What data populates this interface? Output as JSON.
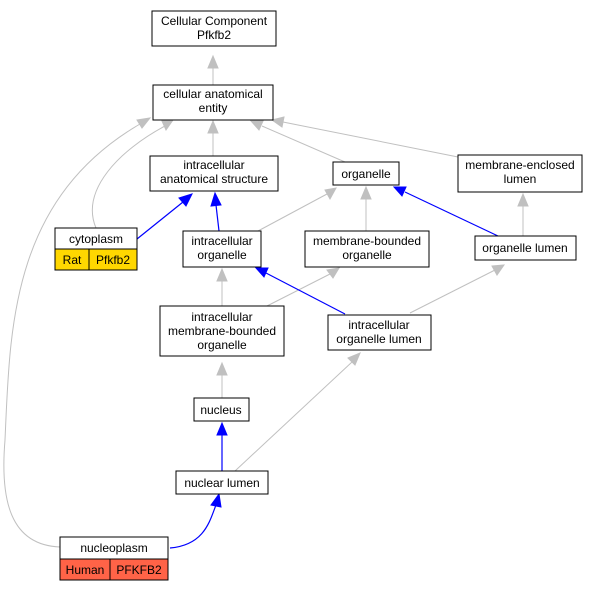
{
  "nodes": {
    "cellular_component": [
      "Cellular Component",
      "Pfkfb2"
    ],
    "cellular_anatomical_entity": [
      "cellular anatomical",
      "entity"
    ],
    "intracellular_anatomical_structure": [
      "intracellular",
      "anatomical structure"
    ],
    "organelle": [
      "organelle"
    ],
    "membrane_enclosed_lumen": [
      "membrane-enclosed",
      "lumen"
    ],
    "cytoplasm": [
      "cytoplasm"
    ],
    "intracellular_organelle": [
      "intracellular",
      "organelle"
    ],
    "membrane_bounded_organelle": [
      "membrane-bounded",
      "organelle"
    ],
    "organelle_lumen": [
      "organelle lumen"
    ],
    "intracellular_membrane_bounded_organelle": [
      "intracellular",
      "membrane-bounded",
      "organelle"
    ],
    "intracellular_organelle_lumen": [
      "intracellular",
      "organelle lumen"
    ],
    "nucleus": [
      "nucleus"
    ],
    "nuclear_lumen": [
      "nuclear lumen"
    ],
    "nucleoplasm": [
      "nucleoplasm"
    ]
  },
  "annotations": {
    "cytoplasm": {
      "species": "Rat",
      "gene": "Pfkfb2",
      "color": "#ffd700"
    },
    "nucleoplasm": {
      "species": "Human",
      "gene": "PFKFB2",
      "color": "#ff6347"
    }
  },
  "edge_colors": {
    "is_a": "#c0c0c0",
    "part_of": "#0000ff"
  }
}
